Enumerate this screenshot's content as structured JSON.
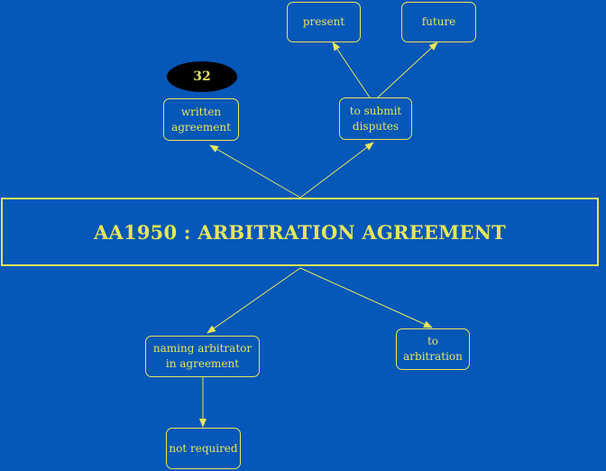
{
  "title": "AA1950 : ARBITRATION AGREEMENT",
  "badge": "32",
  "nodes": {
    "present": "present",
    "future": "future",
    "written_agreement": "written\nagreement",
    "to_submit_disputes": "to submit\ndisputes",
    "naming_arbitrator": "naming arbitrator\nin agreement",
    "to_arbitration": "to arbitration",
    "not_required": "not required"
  },
  "colors": {
    "background": "#0557b8",
    "accent": "#e6e65a",
    "badge": "#000000"
  }
}
